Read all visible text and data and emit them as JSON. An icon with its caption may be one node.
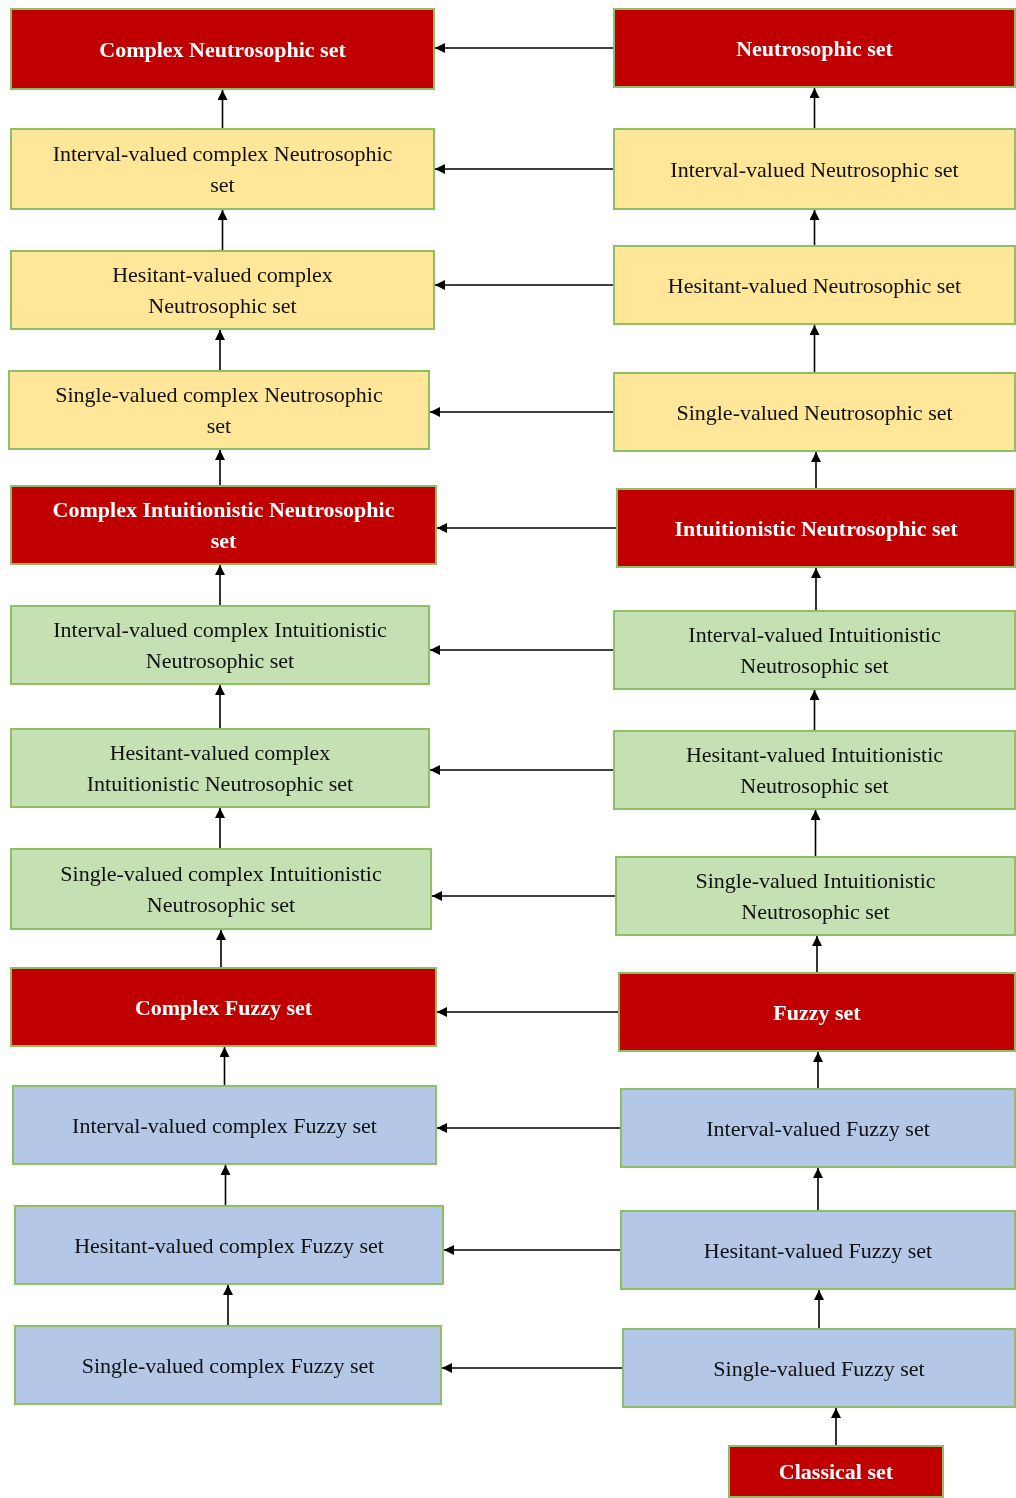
{
  "diagram": {
    "nodes": [
      {
        "text": [
          "Complex Neutrosophic set"
        ]
      },
      {
        "text": [
          "Neutrosophic set"
        ]
      },
      {
        "text": [
          "Interval-valued complex Neutrosophic set"
        ]
      },
      {
        "text": [
          "Interval-valued Neutrosophic set"
        ]
      },
      {
        "text": [
          "Hesitant-valued complex Neutrosophic set"
        ]
      },
      {
        "text": [
          "Hesitant-valued Neutrosophic set"
        ]
      },
      {
        "text": [
          "Single-valued complex Neutrosophic set"
        ]
      },
      {
        "text": [
          "Single-valued Neutrosophic set"
        ]
      },
      {
        "text": [
          "Complex Intuitionistic Neutrosophic set"
        ]
      },
      {
        "text": [
          "Intuitionistic Neutrosophic set"
        ]
      },
      {
        "text": [
          "Interval-valued complex Intuitionistic Neutrosophic set"
        ]
      },
      {
        "text": [
          "Interval-valued Intuitionistic Neutrosophic set"
        ]
      },
      {
        "text": [
          "Hesitant-valued complex Intuitionistic Neutrosophic set"
        ]
      },
      {
        "text": [
          "Hesitant-valued Intuitionistic Neutrosophic set"
        ]
      },
      {
        "text": [
          "Single-valued complex Intuitionistic Neutrosophic set"
        ]
      },
      {
        "text": [
          "Single-valued Intuitionistic Neutrosophic set"
        ]
      },
      {
        "text": [
          "Complex Fuzzy set"
        ]
      },
      {
        "text": [
          "Fuzzy set"
        ]
      },
      {
        "text": [
          "Interval-valued complex Fuzzy set"
        ]
      },
      {
        "text": [
          "Interval-valued Fuzzy set"
        ]
      },
      {
        "text": [
          "Hesitant-valued complex Fuzzy set"
        ]
      },
      {
        "text": [
          "Hesitant-valued Fuzzy set"
        ]
      },
      {
        "text": [
          "Single-valued complex Fuzzy set"
        ]
      },
      {
        "text": [
          "Single-valued Fuzzy set"
        ]
      },
      {
        "text": [
          "Classical set"
        ]
      }
    ],
    "edges": [
      {
        "from": 1,
        "to": 0,
        "arrow": "to"
      },
      {
        "from": 2,
        "to": 0,
        "arrow": "to"
      },
      {
        "from": 3,
        "to": 1,
        "arrow": "to"
      },
      {
        "from": 3,
        "to": 2,
        "arrow": "to"
      },
      {
        "from": 4,
        "to": 2,
        "arrow": "to"
      },
      {
        "from": 5,
        "to": 3,
        "arrow": "to"
      },
      {
        "from": 5,
        "to": 4,
        "arrow": "to"
      },
      {
        "from": 6,
        "to": 4,
        "arrow": "to"
      },
      {
        "from": 7,
        "to": 5,
        "arrow": "to"
      },
      {
        "from": 7,
        "to": 6,
        "arrow": "to"
      },
      {
        "from": 8,
        "to": 6,
        "arrow": "to"
      },
      {
        "from": 9,
        "to": 7,
        "arrow": "to"
      },
      {
        "from": 9,
        "to": 8,
        "arrow": "to"
      },
      {
        "from": 10,
        "to": 8,
        "arrow": "to"
      },
      {
        "from": 11,
        "to": 9,
        "arrow": "to"
      },
      {
        "from": 11,
        "to": 10,
        "arrow": "to"
      },
      {
        "from": 12,
        "to": 10,
        "arrow": "to"
      },
      {
        "from": 13,
        "to": 11,
        "arrow": "to"
      },
      {
        "from": 13,
        "to": 12,
        "arrow": "to"
      },
      {
        "from": 14,
        "to": 12,
        "arrow": "to"
      },
      {
        "from": 15,
        "to": 13,
        "arrow": "to"
      },
      {
        "from": 15,
        "to": 14,
        "arrow": "to"
      },
      {
        "from": 16,
        "to": 14,
        "arrow": "to"
      },
      {
        "from": 17,
        "to": 15,
        "arrow": "to"
      },
      {
        "from": 17,
        "to": 16,
        "arrow": "to"
      },
      {
        "from": 18,
        "to": 16,
        "arrow": "to"
      },
      {
        "from": 19,
        "to": 17,
        "arrow": "to"
      },
      {
        "from": 19,
        "to": 18,
        "arrow": "to"
      },
      {
        "from": 20,
        "to": 18,
        "arrow": "to"
      },
      {
        "from": 21,
        "to": 19,
        "arrow": "to"
      },
      {
        "from": 21,
        "to": 20,
        "arrow": "to"
      },
      {
        "from": 22,
        "to": 20,
        "arrow": "to"
      },
      {
        "from": 23,
        "to": 21,
        "arrow": "to"
      },
      {
        "from": 23,
        "to": 22,
        "arrow": "to"
      },
      {
        "from": 24,
        "to": 23,
        "arrow": "to"
      }
    ]
  }
}
